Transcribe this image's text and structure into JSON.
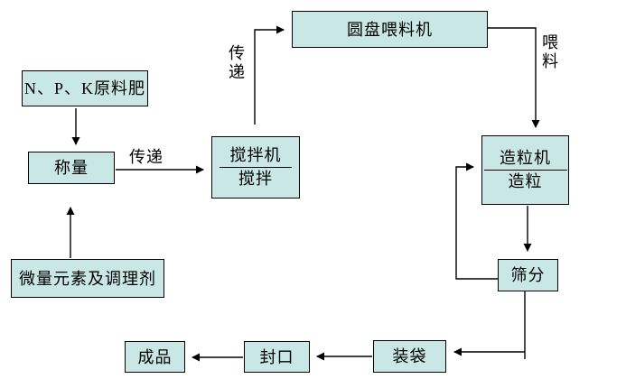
{
  "diagram": {
    "background": "#ffffff",
    "box_fill": "#c9e7e4",
    "box_border": "#000000",
    "line_color": "#000000",
    "nodes": {
      "disc_feeder": {
        "label": "圆盘喂料机"
      },
      "npk_raw_fertilizer": {
        "label": "N、P、K原料肥"
      },
      "weighing": {
        "label": "称量"
      },
      "mixer": {
        "line1": "搅拌机",
        "line2": "搅拌"
      },
      "granulator": {
        "line1": "造粒机",
        "line2": "造粒"
      },
      "screening": {
        "label": "筛分"
      },
      "trace_elements": {
        "label": "微量元素及调理剂"
      },
      "bagging": {
        "label": "装袋"
      },
      "sealing": {
        "label": "封口"
      },
      "finished_product": {
        "label": "成品"
      }
    },
    "edge_labels": {
      "transfer_weighing_to_mixer": "传递",
      "transfer_mixer_to_disc_feeder": "传递",
      "feeding_disc_feeder_to_granulator": "喂料"
    },
    "edges": [
      {
        "from": "npk_raw_fertilizer",
        "to": "weighing",
        "label": ""
      },
      {
        "from": "weighing",
        "to": "mixer",
        "label": "传递"
      },
      {
        "from": "mixer",
        "to": "disc_feeder",
        "label": "传递"
      },
      {
        "from": "disc_feeder",
        "to": "granulator",
        "label": "喂料"
      },
      {
        "from": "granulator",
        "to": "screening",
        "label": ""
      },
      {
        "from": "screening",
        "to": "granulator",
        "label": ""
      },
      {
        "from": "screening",
        "to": "bagging",
        "label": ""
      },
      {
        "from": "bagging",
        "to": "sealing",
        "label": ""
      },
      {
        "from": "sealing",
        "to": "finished_product",
        "label": ""
      },
      {
        "from": "trace_elements",
        "to": "weighing",
        "label": ""
      }
    ]
  }
}
